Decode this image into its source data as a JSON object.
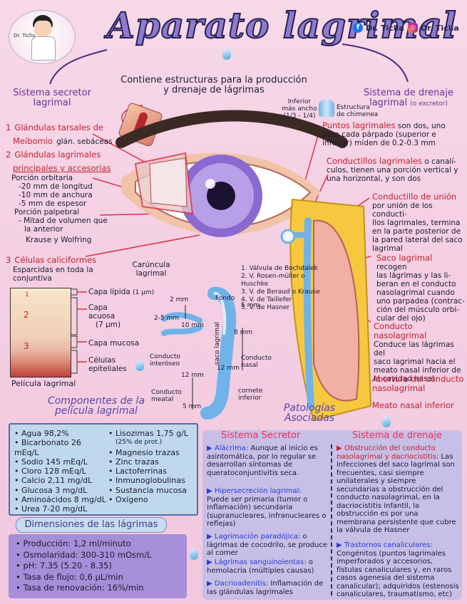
{
  "header": {
    "title": "Aparato lagrimal",
    "subtitle_line1": "Contiene estructuras para la producción",
    "subtitle_line2": "y drenaje de lágrimas",
    "facebook": "Dr. Ticlla",
    "instagram": "Dr. Ticlla",
    "avatar_badge": "Dr. Ticlla"
  },
  "left": {
    "secretor_title_1": "Sistema secretor",
    "secretor_title_2": "lagrimal",
    "item1_num": "1",
    "item1_title": "Glándulas tarsales de",
    "item1_sub": "Meibomio",
    "item1_extra": "glán. sebáceas",
    "item2_num": "2",
    "item2_title_1": "Glándulas lagrimales",
    "item2_title_2": "principales y accesorias",
    "orbit_label": "Porción orbitaria",
    "orbit_1": "-20 mm de longitud",
    "orbit_2": "-10 mm de anchura",
    "orbit_3": "-5 mm de espesor",
    "palp_label": "Porción palpebral",
    "palp_1": "- Mitad de volumen que",
    "palp_2": "la anterior",
    "krause": "Krause y Wolfring",
    "item3_num": "3",
    "item3_title": "Células caliciformes",
    "item3_sub_1": "Esparcidas en toda la",
    "item3_sub_2": "conjuntiva",
    "film_title": "Película lagrimal",
    "film_layer_1": "Capa lípida",
    "film_layer_1_size": "(1 µm)",
    "film_layer_2": "Capa acuosa",
    "film_layer_2_size": "(7 µm)",
    "film_layer_3": "Capa mucosa",
    "film_layer_4": "Células epiteliales",
    "film_num_1": "1",
    "film_num_2": "2",
    "film_num_3": "3"
  },
  "right": {
    "drain_title_1": "Sistema de drenaje",
    "drain_title_2": "lagrimal",
    "drain_title_note": "(o excretor)",
    "chimney_1": "Inferior",
    "chimney_2": "más ancho",
    "chimney_3": "(1/3 - 1/4)",
    "chimney_4": "Estructura",
    "chimney_5": "de chimenea",
    "puntos_title": "Puntos lagrimales",
    "puntos_text_1": "son dos, uno",
    "puntos_text_2": "para cada párpado (superior e",
    "puntos_text_3": "inferior) miden de 0.2-0.3 mm",
    "cond_title": "Conductillos lagrimales",
    "cond_text_1": "o canalí-",
    "cond_text_2": "culos, tienen una porción vertical y",
    "cond_text_3": "una horizontal, y son dos",
    "union_title": "Conductillo de unión",
    "union_1": "por unión de los conducti-",
    "union_2": "llos lagrimales, termina",
    "union_3": "en la parte posterior de",
    "union_4": "la pared lateral del saco",
    "union_5": "lagrimal",
    "saco_title": "Saco lagrimal",
    "saco_1": "recogen",
    "saco_2": "las lágrimas y las li-",
    "saco_3": "beran en el conducto",
    "saco_4": "nasolagrimal cuando",
    "saco_5": "uno parpadea (contrac-",
    "saco_6": "ción del músculo orbi-",
    "saco_7": "cular del ojo)",
    "naso_title": "Conducto nasolagrimal",
    "naso_1": "Conduce las lágrimas del",
    "naso_2": "saco lagrimal hacia el",
    "naso_3": "meato nasal inferior de",
    "naso_4": "la cavidad nasal",
    "abertura_1": "Abertura del conducto",
    "abertura_2": "nasolagrimal",
    "meato": "Meato nasal inferior"
  },
  "center": {
    "caruncula_1": "Carúncula",
    "caruncula_2": "lagrimal",
    "valve_1": "1. Válvula de Bochdalek",
    "valve_2": "2. V. Rosen-müller o Huschke",
    "valve_3": "3. V. de Beraud o Krause",
    "valve_4": "4. V. de Taillefer",
    "valve_5": "5. V. de Hasner",
    "fondo": "Fondo",
    "saco": "saco lagrimal",
    "m2": "2 mm",
    "m2_5": "2-5 mm",
    "m10": "10 mm",
    "m5a": "5 mm",
    "m8": "8 mm",
    "m12a": "12 mm",
    "m12b": "12 mm",
    "m5b": "5 mm",
    "interoseo_1": "Conducto",
    "interoseo_2": "interóseo",
    "nasal_1": "Conducto",
    "nasal_2": "nasal",
    "meatal_1": "Conducto",
    "meatal_2": "meatal",
    "cornete_1": "cornete",
    "cornete_2": "inferior"
  },
  "composition": {
    "title_1": "Componentes de la",
    "title_2": "película lagrimal",
    "col1": [
      "• Agua 98,2%",
      "• Bicarbonato 26 mEq/L",
      "• Sodio 145 mEq/L",
      "• Cloro 128 mEq/L",
      "• Calcio 2,11 mg/dL",
      "• Glucosa 3 mg/dL",
      "• Aminoácidos 8 mg/dL",
      "• Urea 7-20 mg/dL"
    ],
    "col2": [
      "• Lisozimas 1,75 g/L",
      "(25% de prot.)",
      "• Magnesio trazas",
      "• Zinc trazas",
      "• Lactoferrinas",
      "• Inmunoglobulinas",
      "• Sustancia mucosa",
      "• Oxígeno"
    ]
  },
  "dimensions": {
    "title": "Dimensiones de las lágrimas",
    "items": [
      "• Producción: 1,2 ml/minuto",
      "• Osmolaridad: 300-310 mOsm/L",
      "• pH: 7.35 (5.20 - 8.35)",
      "• Tasa de flujo: 0,6 µL/min",
      "• Tasa de renovación: 16%/min"
    ]
  },
  "pathology": {
    "title_1": "Patologías",
    "title_2": "Asociadas",
    "secretor_h": "Sistema Secretor",
    "drenaje_h": "Sistema de drenaje",
    "s1_h": "Alácrima:",
    "s1_t": "Aunque al inicio es asintomática, por lo regular se desarrollan síntomas de queratoconjuntivitis seca.",
    "s2_h": "Hipersecreción lagrimal:",
    "s2_t": "Puede ser primaria (tumor o inflamación) secundaria (supranucleares, infranucleares o reflejas)",
    "s3_h": "Lagrimación paradójica:",
    "s3_t": "o lágrimas de cocodrilo, se produce al comer",
    "s4_h": "Lágrimas sanguinolentas:",
    "s4_t": "o hemolacria (múltiples causas)",
    "s5_h": "Dacrioadenitis:",
    "s5_t": "Inflamación de las glándulas lagrimales",
    "d1_h": "Obstrucción del conducto nasolagrimal y dacriocistitis:",
    "d1_t": "Las infecciones del saco lagrimal son frecuentes, casi siempre unilaterales y siempre secundarias a obstrucción del conducto nasolagrimal, en la dacriocistitis infantil, la obstrucción es por una membrana persistente que cubre la válvula de Hasner",
    "d2_h": "Trastornos canaliculares:",
    "d2_t": "Congénitos (puntos lagrimales imperforados y accesorios, fístulas canaliculares y, en raros casos agenesia del sistema canalicular); adquiridos (estenosis canaliculares, traumatismo, etc)"
  }
}
